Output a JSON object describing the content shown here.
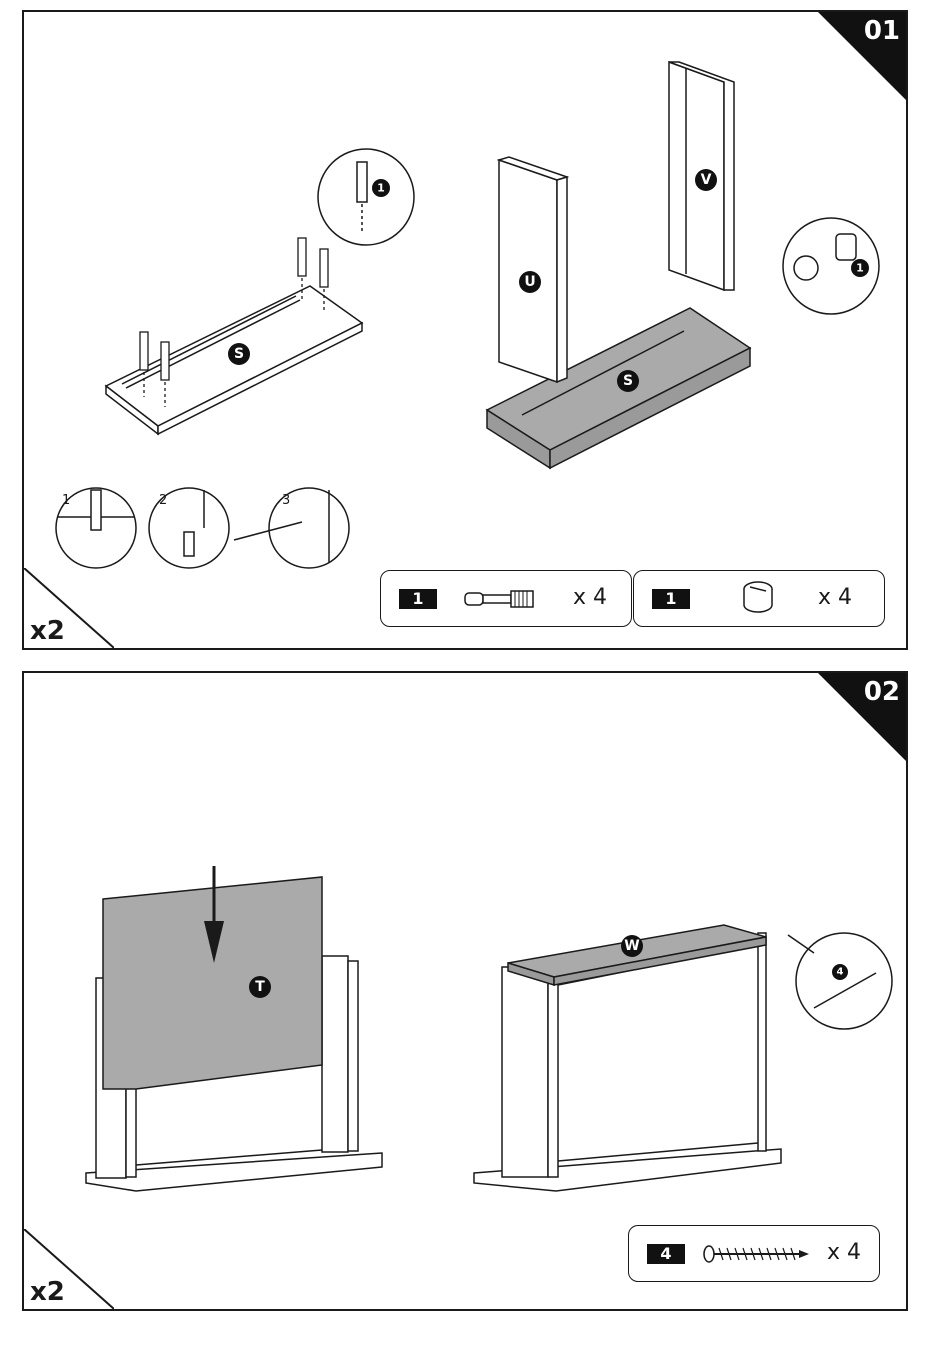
{
  "steps": [
    {
      "number": "01",
      "multiplier": "x2",
      "part_labels": {
        "s1": "S",
        "u": "U",
        "v": "V",
        "s2": "S"
      },
      "callout_refs": {
        "a": "1",
        "b": "1"
      },
      "substeps": [
        "1",
        "2",
        "3"
      ],
      "hardware": [
        {
          "tag": "1",
          "qty": "x 4",
          "icon": "cam-bolt-icon"
        },
        {
          "tag": "1",
          "qty": "x 4",
          "icon": "cam-lock-icon"
        }
      ]
    },
    {
      "number": "02",
      "multiplier": "x2",
      "part_labels": {
        "t": "T",
        "w": "W"
      },
      "callout_refs": {
        "a": "4"
      },
      "hardware": [
        {
          "tag": "4",
          "qty": "x 4",
          "icon": "screw-icon"
        }
      ]
    }
  ]
}
